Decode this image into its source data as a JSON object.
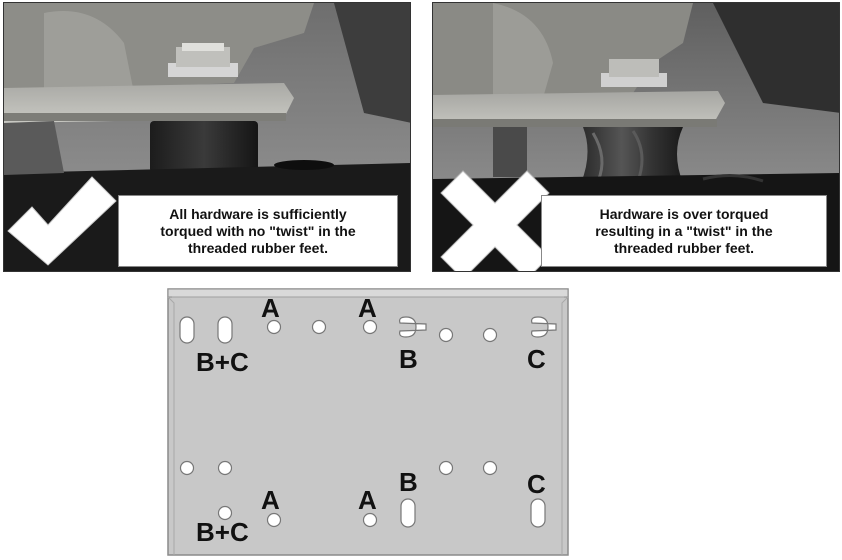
{
  "panels": {
    "correct": {
      "icon": "checkmark-icon",
      "caption_lines": [
        "All hardware is sufficiently",
        "torqued with no \"twist\" in the",
        "threaded rubber feet."
      ]
    },
    "incorrect": {
      "icon": "x-mark-icon",
      "caption_lines": [
        "Hardware is over torqued",
        "resulting in a \"twist\" in the",
        "threaded rubber feet."
      ]
    }
  },
  "plate": {
    "labels": {
      "top_a_left": "A",
      "top_a_right": "A",
      "top_bc": "B+C",
      "top_b": "B",
      "top_c": "C",
      "bottom_a_left": "A",
      "bottom_a_right": "A",
      "bottom_bc": "B+C",
      "bottom_b": "B",
      "bottom_c": "C"
    }
  },
  "colors": {
    "check_mark": "#ffffff",
    "plate_fill": "#c8c8c8",
    "plate_edge": "#8a8a8a",
    "caption_bg": "#ffffff"
  }
}
